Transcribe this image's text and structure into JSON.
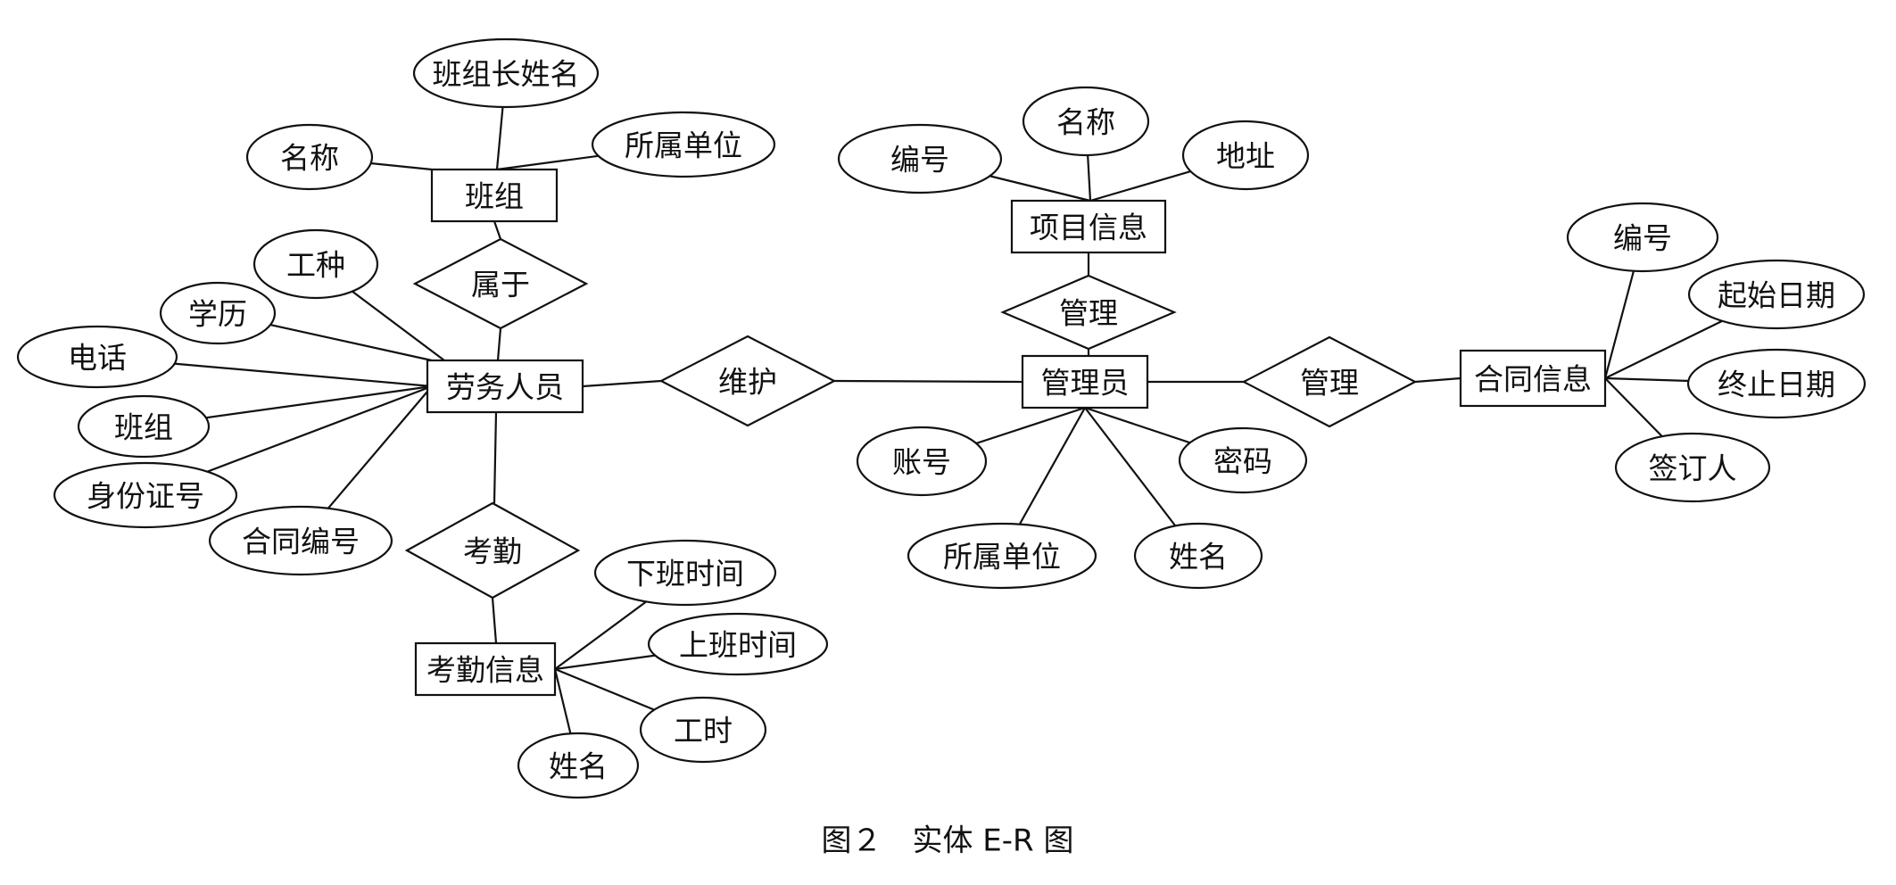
{
  "diagram": {
    "title": "图２　实体 E-R 图",
    "entities": [
      {
        "id": "banzu",
        "label": "班组"
      },
      {
        "id": "laowu",
        "label": "劳务人员"
      },
      {
        "id": "kaoqin_info",
        "label": "考勤信息"
      },
      {
        "id": "xiangmu",
        "label": "项目信息"
      },
      {
        "id": "guanliyuan",
        "label": "管理员"
      },
      {
        "id": "hetong",
        "label": "合同信息"
      }
    ],
    "relationships": [
      {
        "id": "rel_shuyu",
        "label": "属于",
        "connects": [
          "banzu",
          "laowu"
        ]
      },
      {
        "id": "rel_kaoqin",
        "label": "考勤",
        "connects": [
          "laowu",
          "kaoqin_info"
        ]
      },
      {
        "id": "rel_weihu",
        "label": "维护",
        "connects": [
          "laowu",
          "guanliyuan"
        ]
      },
      {
        "id": "rel_guanli1",
        "label": "管理",
        "connects": [
          "xiangmu",
          "guanliyuan"
        ]
      },
      {
        "id": "rel_guanli2",
        "label": "管理",
        "connects": [
          "guanliyuan",
          "hetong"
        ]
      }
    ],
    "attributes": [
      {
        "id": "a_bz_zhang",
        "label": "班组长姓名",
        "entity": "banzu"
      },
      {
        "id": "a_bz_mingcheng",
        "label": "名称",
        "entity": "banzu"
      },
      {
        "id": "a_bz_danwei",
        "label": "所属单位",
        "entity": "banzu"
      },
      {
        "id": "a_lw_gongzhong",
        "label": "工种",
        "entity": "laowu"
      },
      {
        "id": "a_lw_xueli",
        "label": "学历",
        "entity": "laowu"
      },
      {
        "id": "a_lw_dianhua",
        "label": "电话",
        "entity": "laowu"
      },
      {
        "id": "a_lw_banzu",
        "label": "班组",
        "entity": "laowu"
      },
      {
        "id": "a_lw_sfz",
        "label": "身份证号",
        "entity": "laowu"
      },
      {
        "id": "a_lw_hetong",
        "label": "合同编号",
        "entity": "laowu"
      },
      {
        "id": "a_kq_xiaban",
        "label": "下班时间",
        "entity": "kaoqin_info"
      },
      {
        "id": "a_kq_shangban",
        "label": "上班时间",
        "entity": "kaoqin_info"
      },
      {
        "id": "a_kq_gongshi",
        "label": "工时",
        "entity": "kaoqin_info"
      },
      {
        "id": "a_kq_xingming",
        "label": "姓名",
        "entity": "kaoqin_info"
      },
      {
        "id": "a_xm_bianhao",
        "label": "编号",
        "entity": "xiangmu"
      },
      {
        "id": "a_xm_mingcheng",
        "label": "名称",
        "entity": "xiangmu"
      },
      {
        "id": "a_xm_dizhi",
        "label": "地址",
        "entity": "xiangmu"
      },
      {
        "id": "a_gly_zhanghao",
        "label": "账号",
        "entity": "guanliyuan"
      },
      {
        "id": "a_gly_mima",
        "label": "密码",
        "entity": "guanliyuan"
      },
      {
        "id": "a_gly_danwei",
        "label": "所属单位",
        "entity": "guanliyuan"
      },
      {
        "id": "a_gly_xingming",
        "label": "姓名",
        "entity": "guanliyuan"
      },
      {
        "id": "a_ht_bianhao",
        "label": "编号",
        "entity": "hetong"
      },
      {
        "id": "a_ht_qishi",
        "label": "起始日期",
        "entity": "hetong"
      },
      {
        "id": "a_ht_zhongzhi",
        "label": "终止日期",
        "entity": "hetong"
      },
      {
        "id": "a_ht_qianding",
        "label": "签订人",
        "entity": "hetong"
      }
    ]
  }
}
